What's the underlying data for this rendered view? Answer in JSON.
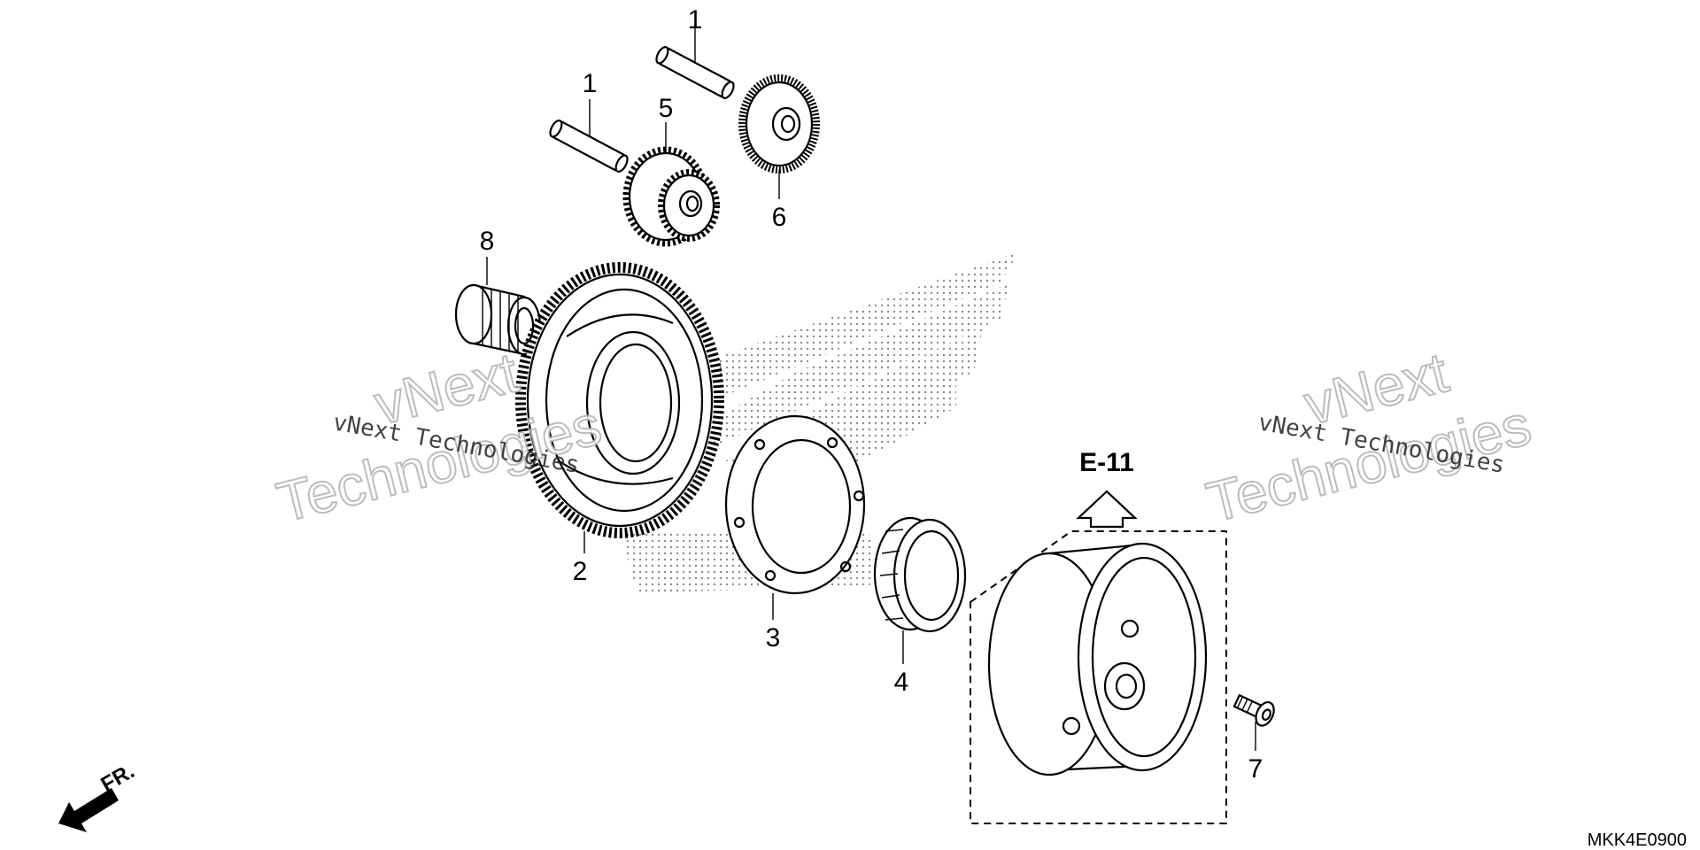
{
  "diagram": {
    "callouts": [
      {
        "id": "1a",
        "label": "1"
      },
      {
        "id": "1b",
        "label": "1"
      },
      {
        "id": "2",
        "label": "2"
      },
      {
        "id": "3",
        "label": "3"
      },
      {
        "id": "4",
        "label": "4"
      },
      {
        "id": "5",
        "label": "5"
      },
      {
        "id": "6",
        "label": "6"
      },
      {
        "id": "7",
        "label": "7"
      },
      {
        "id": "8",
        "label": "8"
      }
    ],
    "reference_label": "E-11",
    "diagram_code": "MKK4E0900",
    "front_marker": "FR.",
    "watermark": {
      "line1": "vNext",
      "line2": "Technologies",
      "inline": "vNext Technologies"
    },
    "colors": {
      "ink": "#000000",
      "watermark_outline": "#b5b5b5",
      "stipple": "#8a8a8a"
    }
  }
}
